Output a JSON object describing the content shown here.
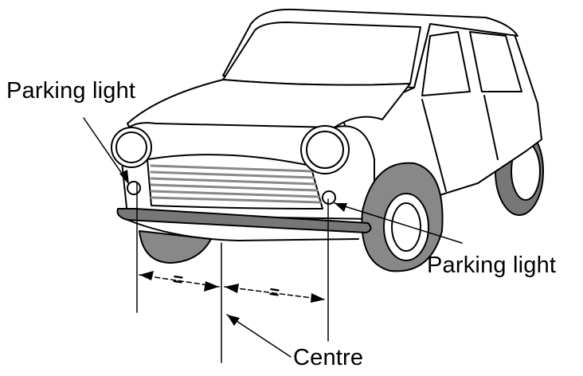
{
  "labels": {
    "parking_light_left": "Parking light",
    "parking_light_right": "Parking light",
    "centre": "Centre",
    "equal_left": "=",
    "equal_right": "="
  },
  "colors": {
    "line": "#000000",
    "shade": "#8c8c8c",
    "tyre": "#6e6e6e"
  }
}
